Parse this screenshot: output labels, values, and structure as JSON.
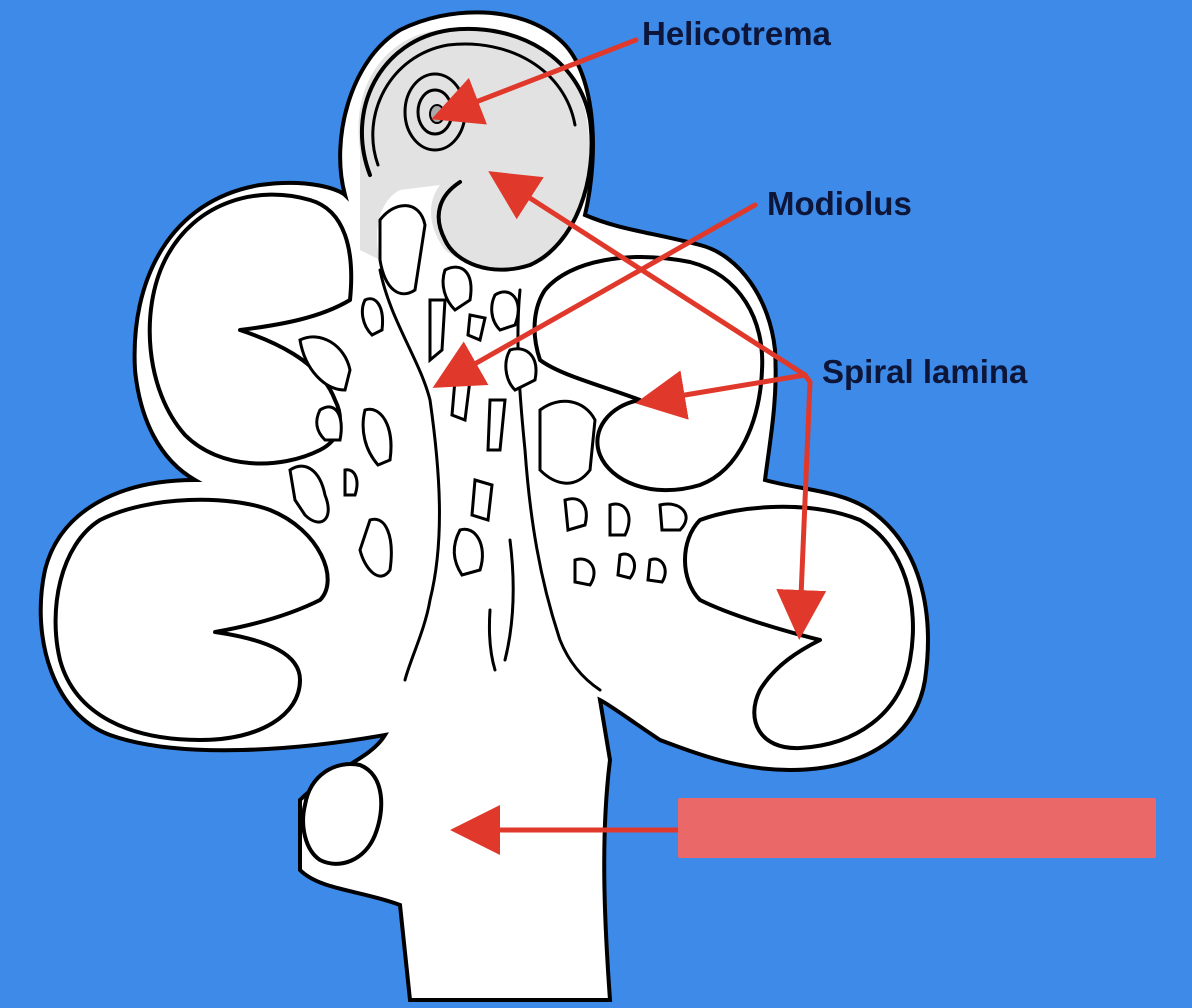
{
  "diagram": {
    "background_color": "#3d8ae8",
    "arrow_color": "#e0392b",
    "label_color": "#0d1538",
    "masked_label_color": "#ea6868",
    "labels": {
      "helicotrema": "Helicotrema",
      "modiolus": "Modiolus",
      "spiral_lamina": "Spiral lamina"
    }
  }
}
